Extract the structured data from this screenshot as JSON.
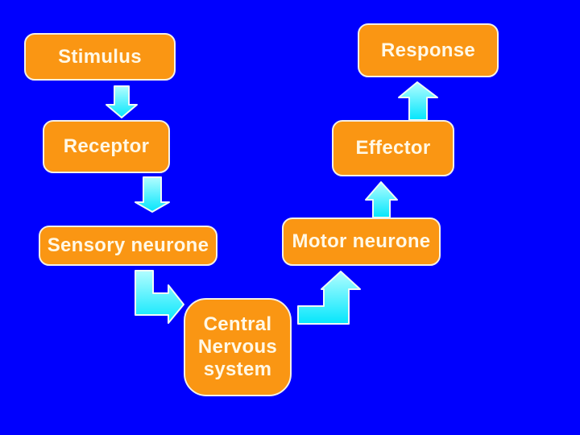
{
  "diagram": {
    "title": "Reflex arc flow diagram",
    "colors": {
      "background": "#0000FE",
      "box_fill": "#FA9613",
      "box_border": "#F3EFE6",
      "box_text": "#FFF8E6",
      "arrow_fill_light": "#B2FDFF",
      "arrow_fill_dark": "#04E6FC",
      "arrow_border": "#EFFBF7"
    },
    "nodes": [
      {
        "id": "stimulus",
        "label": "Stimulus"
      },
      {
        "id": "response",
        "label": "Response"
      },
      {
        "id": "receptor",
        "label": "Receptor"
      },
      {
        "id": "effector",
        "label": "Effector"
      },
      {
        "id": "sensory-neurone",
        "label": "Sensory neurone"
      },
      {
        "id": "motor-neurone",
        "label": "Motor neurone"
      },
      {
        "id": "central-nervous-system",
        "label": "Central Nervous system",
        "lines": [
          "Central",
          "Nervous",
          "system"
        ]
      }
    ],
    "arrows": [
      {
        "id": "stimulus-to-receptor",
        "direction": "down"
      },
      {
        "id": "receptor-to-sensory-neurone",
        "direction": "down"
      },
      {
        "id": "sensory-neurone-to-cns",
        "direction": "down-then-right"
      },
      {
        "id": "cns-to-motor-neurone",
        "direction": "right-then-up"
      },
      {
        "id": "motor-neurone-to-effector",
        "direction": "up"
      },
      {
        "id": "effector-to-response",
        "direction": "up"
      }
    ]
  }
}
